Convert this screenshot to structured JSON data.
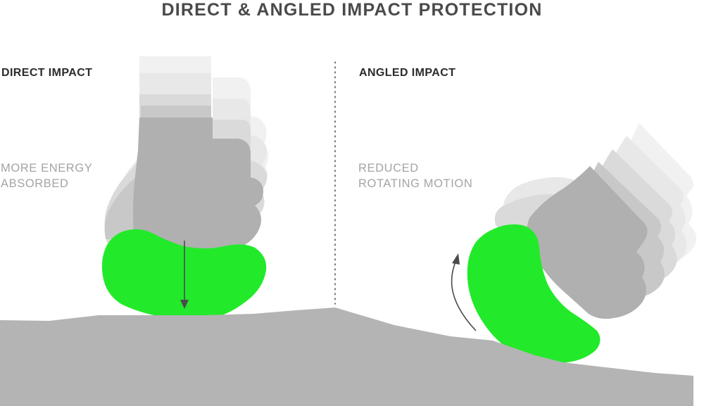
{
  "title": "DIRECT & ANGLED IMPACT PROTECTION",
  "panels": {
    "direct": {
      "heading": "DIRECT IMPACT",
      "caption_lines": [
        "MORE ENERGY",
        "ABSORBED"
      ]
    },
    "angled": {
      "heading": "ANGLED IMPACT",
      "caption_lines": [
        "REDUCED",
        "ROTATING MOTION"
      ]
    }
  },
  "colors": {
    "ground": "#b4b4b4",
    "impactor": "#b0b0b0",
    "ghost_1": "#c8c8c8",
    "ghost_2": "#dadada",
    "ghost_3": "#e8e8e8",
    "ghost_4": "#f1f1f1",
    "foam": "#22ea2a",
    "arrow": "#4b4b4b",
    "divider": "#555555",
    "title": "#4a4a4a",
    "heading": "#2b2b2b",
    "caption": "#a4a4a4"
  }
}
